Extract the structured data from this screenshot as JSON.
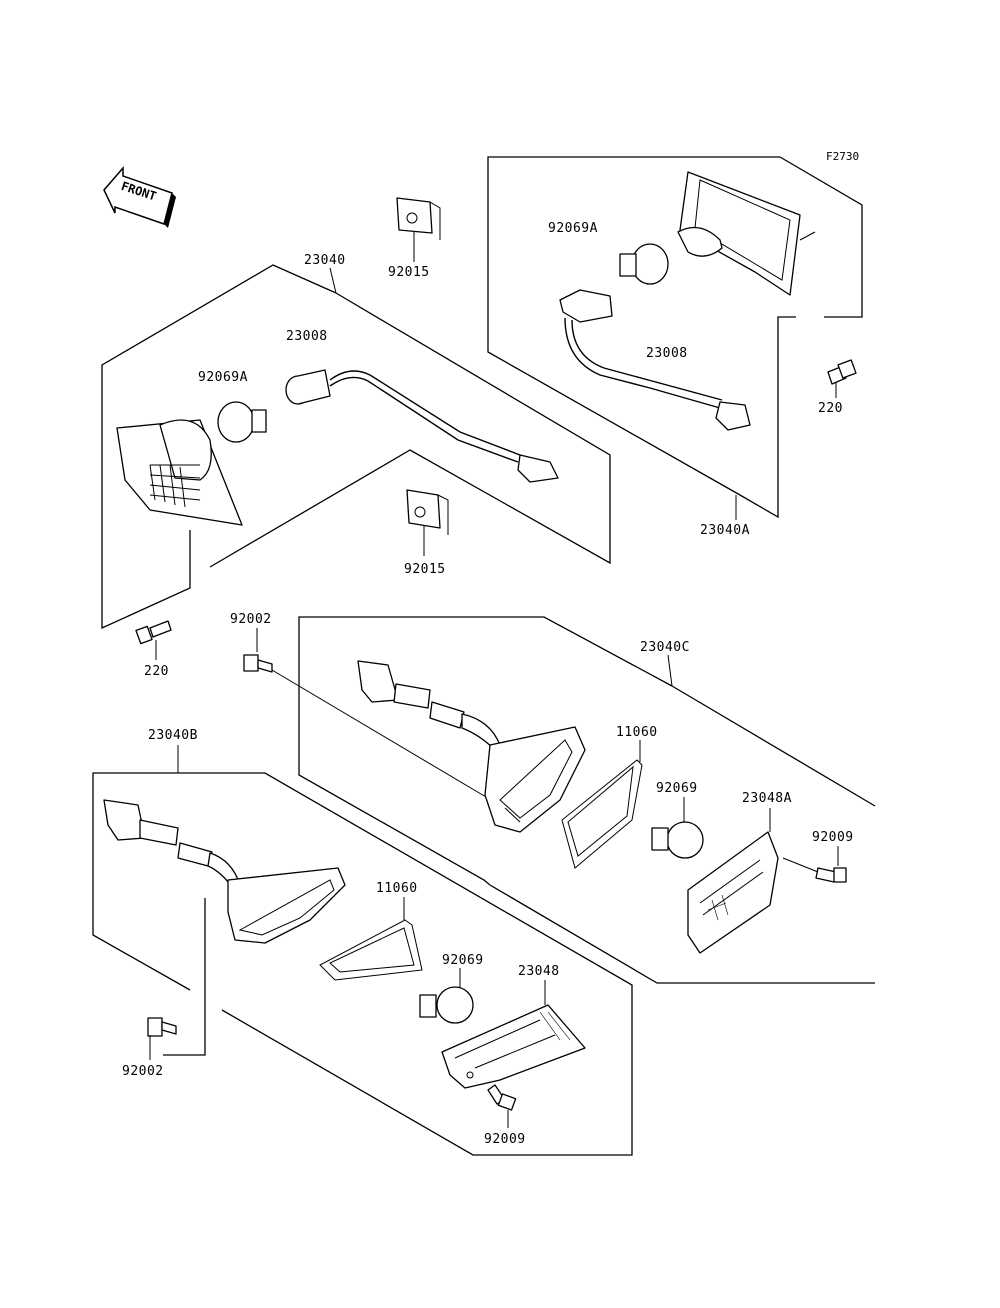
{
  "figure": {
    "code": "F2730",
    "front_marker": "FRONT"
  },
  "parts": {
    "turn_signal_front_right": "23040",
    "turn_signal_front_left": "23040A",
    "turn_signal_rear_left": "23040B",
    "turn_signal_rear_right": "23040C",
    "socket_left": "23008",
    "socket_right": "23008",
    "bulb_left": "92069A",
    "bulb_right": "92069A",
    "bulb_rear_left": "92069",
    "bulb_rear_right": "92069",
    "clip_top": "92015",
    "clip_mid": "92015",
    "screw_left": "220",
    "screw_right": "220",
    "bolt_rear_right": "92002",
    "bolt_rear_left": "92002",
    "gasket_rear_right": "11060",
    "gasket_rear_left": "11060",
    "lens_rear_right": "23048A",
    "lens_rear_left": "23048",
    "screw_lens_right": "92009",
    "screw_lens_left": "92009"
  },
  "colors": {
    "ink": "#000000",
    "paper": "#ffffff"
  }
}
